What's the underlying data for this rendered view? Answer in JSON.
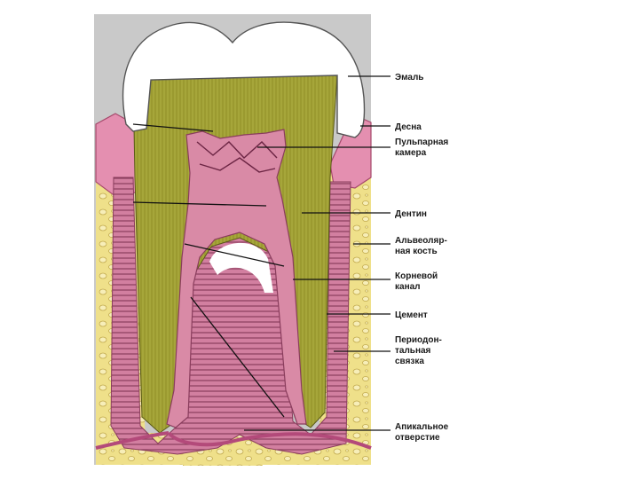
{
  "diagram": {
    "labels": {
      "enamel": "Эмаль",
      "gum": "Десна",
      "pulp_chamber_1": "Пульпарная",
      "pulp_chamber_2": "камера",
      "dentin": "Дентин",
      "alveolar_bone_1": "Альвеоляр-",
      "alveolar_bone_2": "ная кость",
      "root_canal_1": "Корневой",
      "root_canal_2": "канал",
      "cementum": "Цемент",
      "periodontal_1": "Периодон-",
      "periodontal_2": "тальная",
      "periodontal_3": "связка",
      "apical_1": "Апикальное",
      "apical_2": "отверстие"
    },
    "colors": {
      "enamel": "#ffffff",
      "dentin": "#9a9a2e",
      "pulp": "#d98aa6",
      "gum": "#e48fb0",
      "bone": "#efe08a",
      "background_panel": "#c9c9c9"
    }
  }
}
